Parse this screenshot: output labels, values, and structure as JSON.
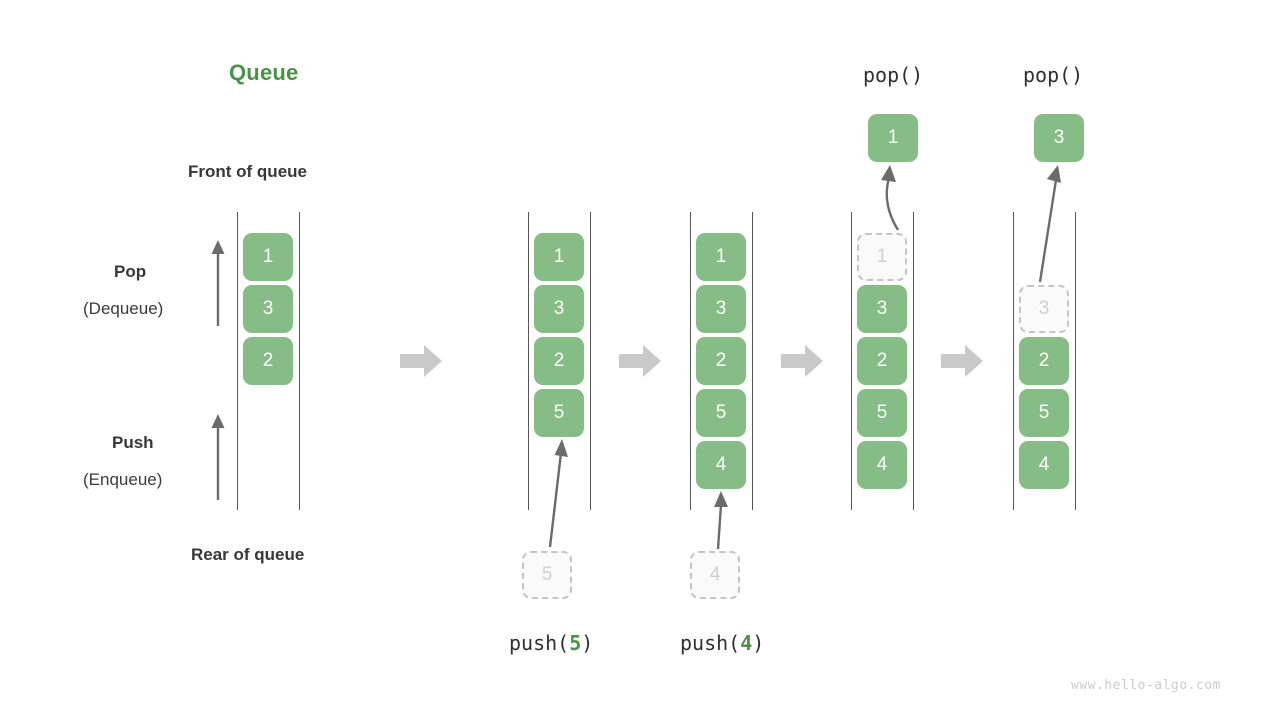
{
  "diagram": {
    "title": "Queue",
    "watermark": "www.hello-algo.com",
    "labels": {
      "front": "Front of queue",
      "rear": "Rear of queue",
      "pop": "Pop",
      "pop_alt": "(Dequeue)",
      "push": "Push",
      "push_alt": "(Enqueue)"
    },
    "colors": {
      "accent_title": "#4a9247",
      "box_fill": "#86bc86",
      "box_text": "#ffffff",
      "ghost_fill": "#fafafa",
      "ghost_border": "#c4c4c4",
      "ghost_text": "#cfcfcf",
      "rail": "#555555",
      "sep_arrow": "#c9c9c9",
      "thin_arrow": "#6b6b6b",
      "watermark": "#cccccc"
    },
    "operations": {
      "push5": {
        "prefix": "push(",
        "value": "5",
        "suffix": ")"
      },
      "push4": {
        "prefix": "push(",
        "value": "4",
        "suffix": ")"
      },
      "pop1": "pop()",
      "pop2": "pop()"
    },
    "stages": [
      {
        "name": "initial",
        "items": [
          {
            "value": "1",
            "state": "filled"
          },
          {
            "value": "3",
            "state": "filled"
          },
          {
            "value": "2",
            "state": "filled"
          }
        ],
        "incoming": null,
        "outgoing": null
      },
      {
        "name": "after-push-5",
        "items": [
          {
            "value": "1",
            "state": "filled"
          },
          {
            "value": "3",
            "state": "filled"
          },
          {
            "value": "2",
            "state": "filled"
          },
          {
            "value": "5",
            "state": "filled"
          }
        ],
        "incoming": {
          "value": "5",
          "state": "ghost"
        },
        "outgoing": null
      },
      {
        "name": "after-push-4",
        "items": [
          {
            "value": "1",
            "state": "filled"
          },
          {
            "value": "3",
            "state": "filled"
          },
          {
            "value": "2",
            "state": "filled"
          },
          {
            "value": "5",
            "state": "filled"
          },
          {
            "value": "4",
            "state": "filled"
          }
        ],
        "incoming": {
          "value": "4",
          "state": "ghost"
        },
        "outgoing": null
      },
      {
        "name": "after-pop-1",
        "items": [
          {
            "value": "1",
            "state": "ghost"
          },
          {
            "value": "3",
            "state": "filled"
          },
          {
            "value": "2",
            "state": "filled"
          },
          {
            "value": "5",
            "state": "filled"
          },
          {
            "value": "4",
            "state": "filled"
          }
        ],
        "incoming": null,
        "outgoing": {
          "value": "1",
          "state": "filled"
        }
      },
      {
        "name": "after-pop-3",
        "items": [
          {
            "value": "",
            "state": "empty"
          },
          {
            "value": "3",
            "state": "ghost"
          },
          {
            "value": "2",
            "state": "filled"
          },
          {
            "value": "5",
            "state": "filled"
          },
          {
            "value": "4",
            "state": "filled"
          }
        ],
        "incoming": null,
        "outgoing": {
          "value": "3",
          "state": "filled"
        }
      }
    ]
  }
}
